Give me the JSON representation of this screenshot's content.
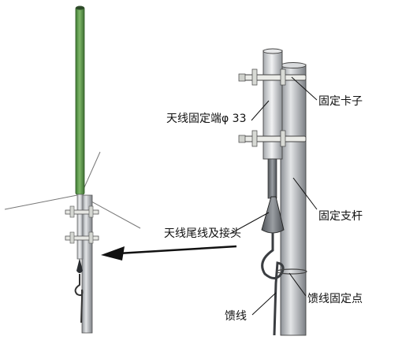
{
  "labels": {
    "clamp": "固定卡子",
    "antenna_fixed_end": "天线固定端φ 33",
    "support_pole": "固定支杆",
    "tail_and_connector": "天线尾线及接头",
    "feeder_fixed_point": "馈线固定点",
    "feeder": "馈线"
  },
  "colors": {
    "antenna_green": "#5f9a4a",
    "pole_gray": "#b9bcbf",
    "pole_dark": "#6f7378",
    "line_black": "#111111"
  }
}
